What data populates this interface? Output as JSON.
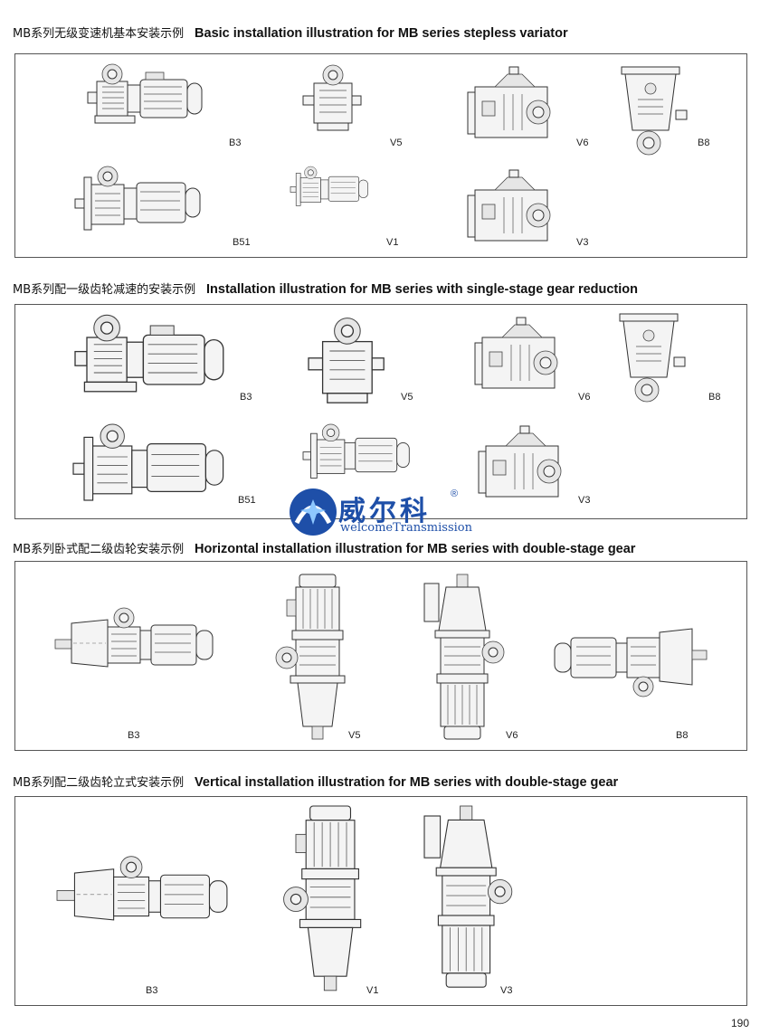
{
  "sections": [
    {
      "title_cn": "MB系列无级变速机基本安装示例",
      "title_en": "Basic installation illustration for MB series stepless variator",
      "labels": [
        "B3",
        "V5",
        "V6",
        "B8",
        "B51",
        "V1",
        "V3"
      ]
    },
    {
      "title_cn": "MB系列配一级齿轮减速的安装示例",
      "title_en": "Installation illustration for MB series with single-stage gear reduction",
      "labels": [
        "B3",
        "V5",
        "V6",
        "B8",
        "B51",
        "V3"
      ]
    },
    {
      "title_cn": "MB系列卧式配二级齿轮安装示例",
      "title_en": "Horizontal installation illustration for MB series with double-stage gear",
      "labels": [
        "B3",
        "V5",
        "V6",
        "B8"
      ]
    },
    {
      "title_cn": "MB系列配二级齿轮立式安装示例",
      "title_en": "Vertical installation illustration for MB series with double-stage gear",
      "labels": [
        "B3",
        "V1",
        "V3"
      ]
    }
  ],
  "watermark": {
    "brand_cn": "威尔科",
    "brand_en": "welcomeTransmission",
    "registered": "®",
    "colors": {
      "primary": "#1e4fa8",
      "accent": "#2f7fd0"
    }
  },
  "page_number": "190"
}
